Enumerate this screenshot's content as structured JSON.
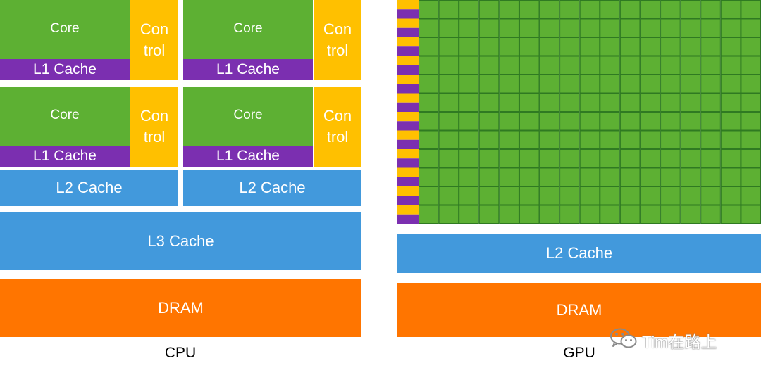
{
  "cpu": {
    "cores": [
      {
        "core_label": "Core",
        "control_label": "Con\ntrol",
        "l1_label": "L1 Cache"
      },
      {
        "core_label": "Core",
        "control_label": "Con\ntrol",
        "l1_label": "L1 Cache"
      },
      {
        "core_label": "Core",
        "control_label": "Con\ntrol",
        "l1_label": "L1 Cache"
      },
      {
        "core_label": "Core",
        "control_label": "Con\ntrol",
        "l1_label": "L1 Cache"
      }
    ],
    "l2_left_label": "L2 Cache",
    "l2_right_label": "L2 Cache",
    "l3_label": "L3 Cache",
    "dram_label": "DRAM",
    "caption": "CPU"
  },
  "gpu": {
    "l2_label": "L2 Cache",
    "dram_label": "DRAM",
    "caption": "GPU"
  },
  "watermark": {
    "text": "Tim在路上",
    "icon": "wechat-icon"
  },
  "colors": {
    "core": "#5db033",
    "control": "#ffc000",
    "l1": "#7b2fb0",
    "cache": "#4299dc",
    "dram": "#ff7500",
    "grid_line": "#2f7a22"
  }
}
